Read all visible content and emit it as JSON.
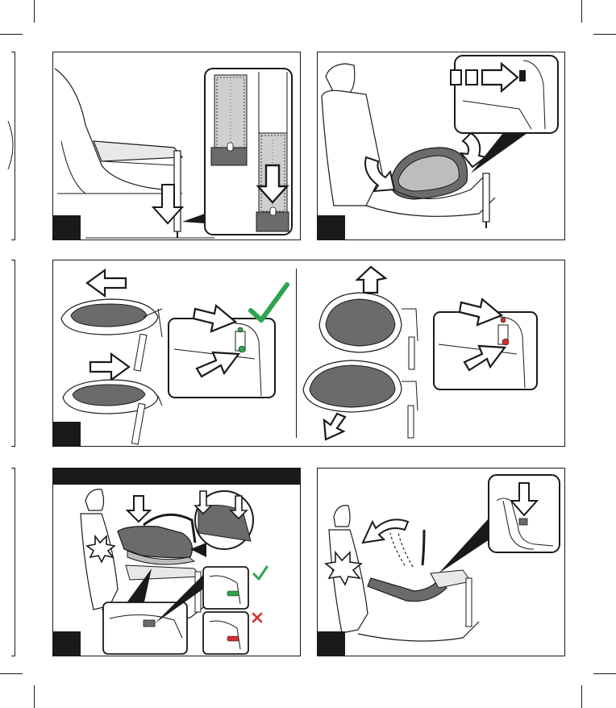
{
  "document": {
    "type": "instruction-manual-page",
    "panels": [
      {
        "id": "panel-1",
        "content": "base-placed-on-seat-with-support-leg-extending"
      },
      {
        "id": "panel-2",
        "content": "isofix-button-press-and-rotate-base"
      },
      {
        "id": "panel-3",
        "content": "isofix-arms-indicators-green-vs-red"
      },
      {
        "id": "panel-4",
        "content": "carrier-click-onto-base"
      },
      {
        "id": "panel-5",
        "content": "handle-rotation-and-release"
      }
    ]
  },
  "icons": {
    "check": "check-mark-icon",
    "cross": "cross-icon",
    "arrow": "arrow-icon",
    "click": "click-burst-icon",
    "rotate": "rotate-arrow-icon"
  },
  "colors": {
    "ink": "#1a1a1a",
    "shell_gray": "#6b6b6b",
    "light_gray": "#d8d8d8",
    "ok_green": "#2ea44f",
    "bad_red": "#d32f2f"
  }
}
